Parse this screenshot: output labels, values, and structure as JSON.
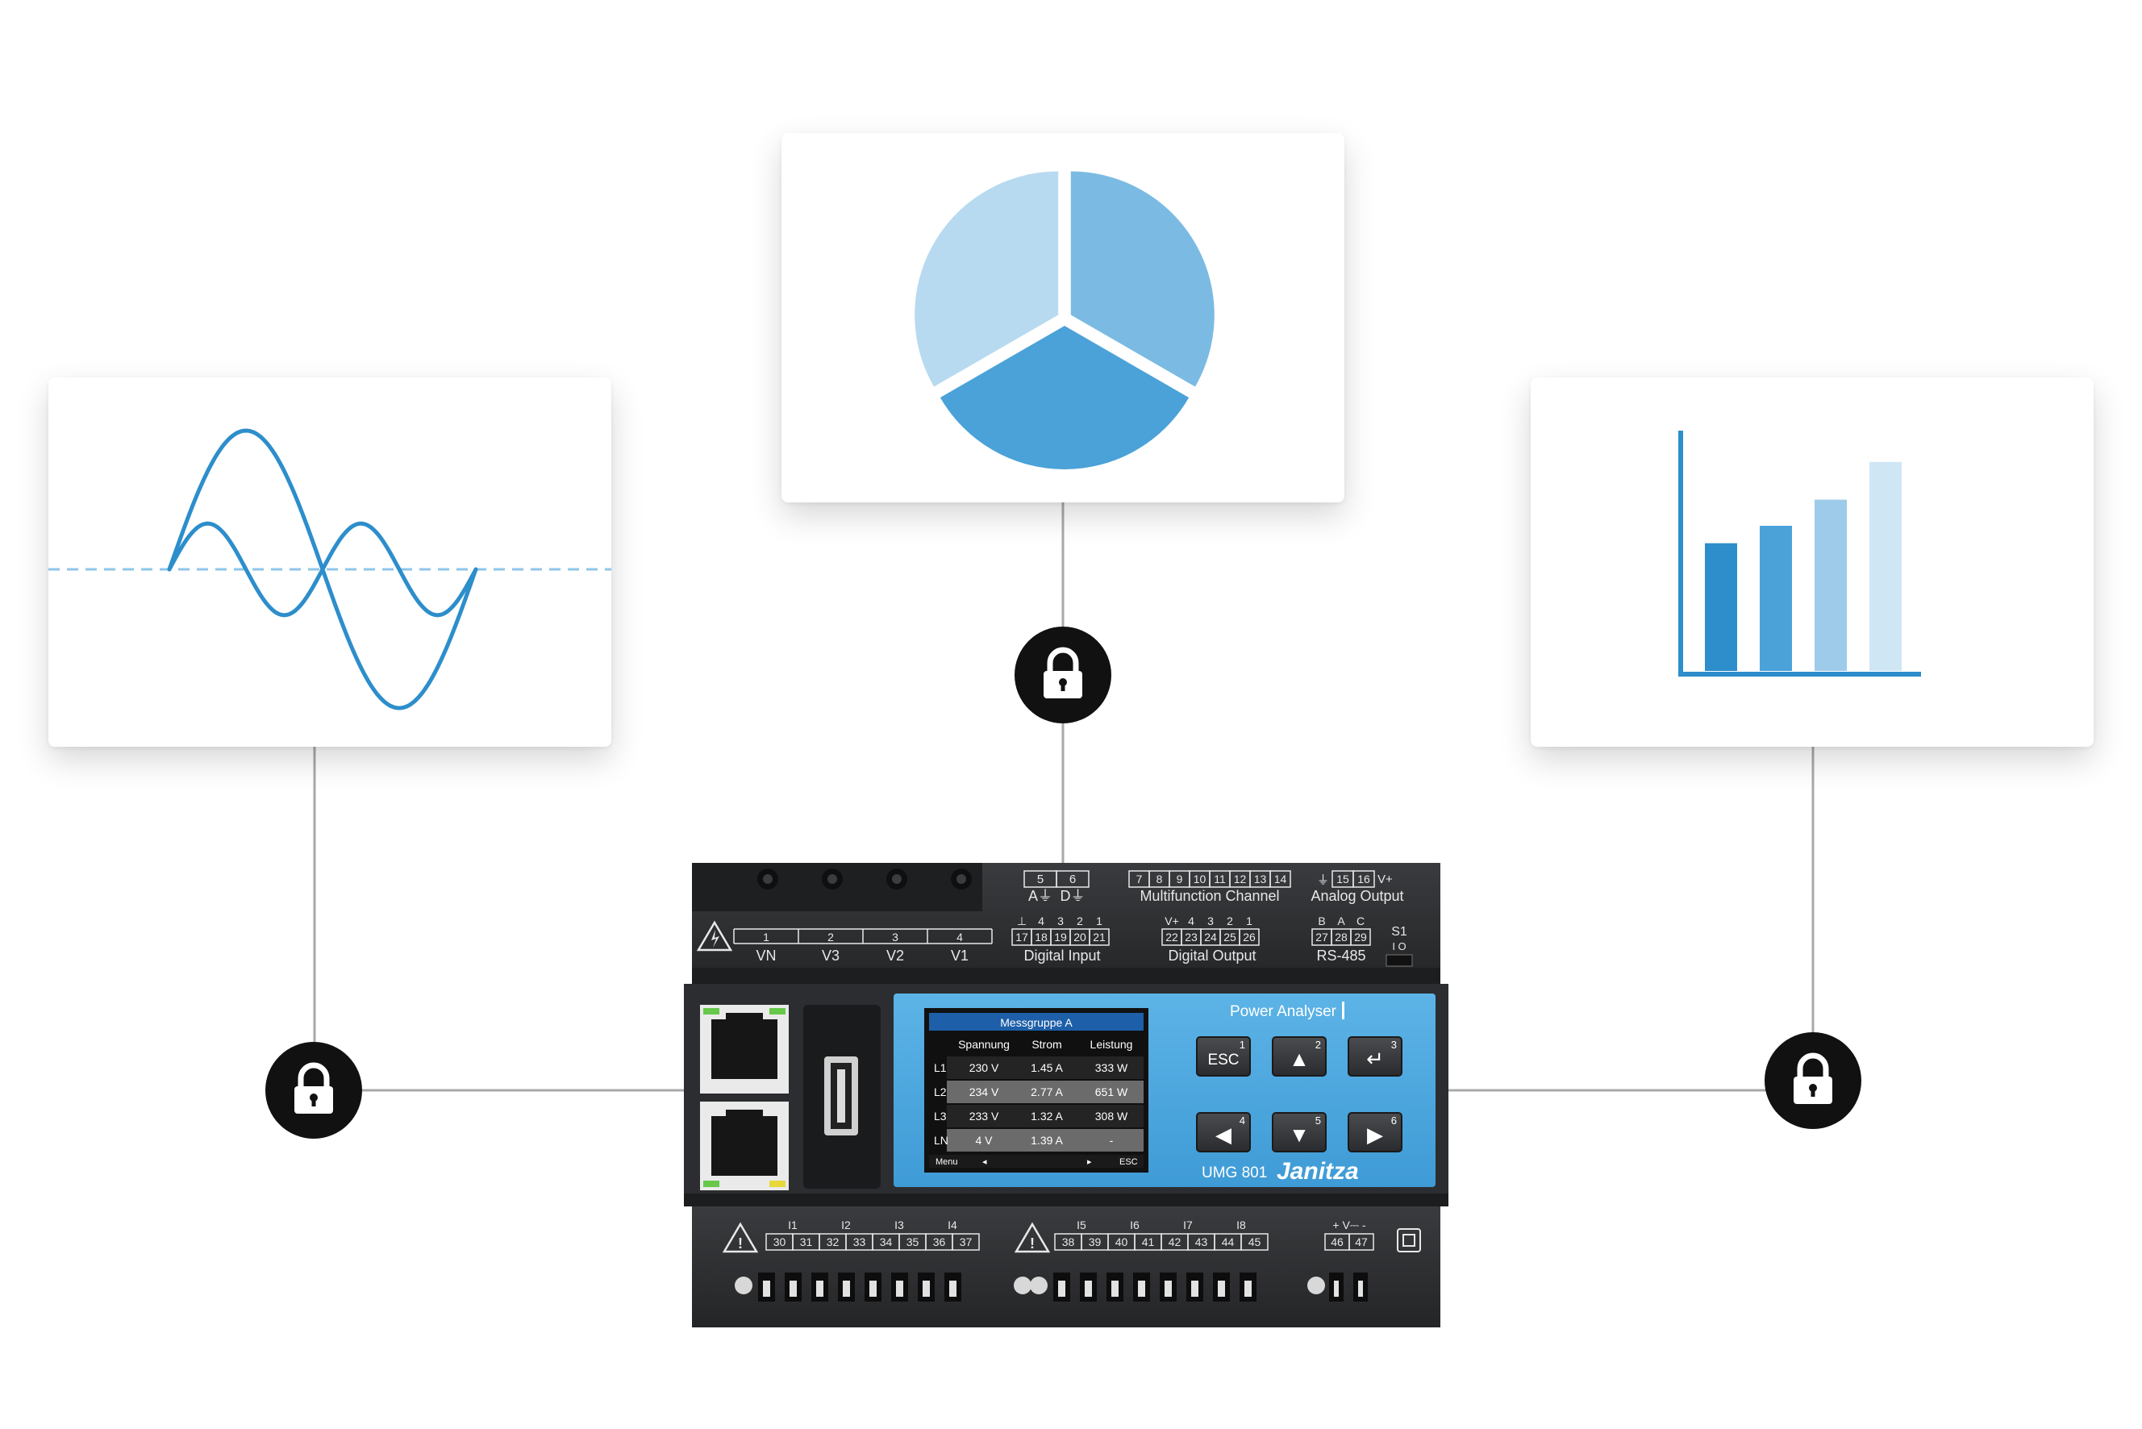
{
  "colors": {
    "blue_dark": "#2d8ecb",
    "blue_mid": "#4aa2d8",
    "blue_light": "#7bbbe3",
    "blue_pale": "#b7daf0",
    "blue_paler": "#cfe6f5",
    "device_body": "#2a2b2d",
    "panel_blue": "#4fa8e0",
    "lock": "#111111"
  },
  "icons": {
    "wave": "sine-wave-icon",
    "pie": "pie-chart-icon",
    "bar": "bar-chart-icon",
    "lock": "padlock-icon",
    "ethernet": "ethernet-port-icon",
    "usb": "usb-port-icon",
    "warning": "warning-triangle-icon"
  },
  "chart_data": [
    {
      "type": "line",
      "series": [
        {
          "x": [
            0,
            0.5,
            1,
            1.5,
            2
          ],
          "values": [
            0,
            1,
            0,
            -1,
            0
          ]
        },
        {
          "x": [
            0,
            0.25,
            0.5,
            0.75,
            1,
            1.25,
            1.5,
            1.75,
            2
          ],
          "values": [
            0,
            0.33,
            0,
            -0.33,
            0,
            0.33,
            0,
            -0.33,
            0
          ]
        }
      ],
      "ylim": [
        -1.1,
        1.1
      ],
      "baseline": "dashed"
    },
    {
      "type": "pie",
      "values": [
        1,
        1,
        1
      ],
      "colors": [
        "#b7daf0",
        "#7bbbe3",
        "#4aa2d8"
      ]
    },
    {
      "type": "bar",
      "values": [
        4.4,
        5.0,
        5.9,
        7.2
      ],
      "ylim": [
        0,
        8
      ],
      "colors": [
        "#2d8ecb",
        "#4aa2d8",
        "#9ecbea",
        "#cfe6f5"
      ]
    }
  ],
  "device": {
    "brand": "Janitza",
    "model": "UMG 801",
    "product_label": "Power Analyser",
    "screen": {
      "header": "Messgruppe A",
      "columns": [
        "",
        "Spannung",
        "Strom",
        "Leistung"
      ],
      "rows": [
        [
          "L1",
          "230 V",
          "1.45 A",
          "333 W"
        ],
        [
          "L2",
          "234 V",
          "2.77 A",
          "651 W"
        ],
        [
          "L3",
          "233 V",
          "1.32 A",
          "308 W"
        ],
        [
          "LN",
          "4 V",
          "1.39 A",
          "-"
        ]
      ],
      "footer_left": "Menu",
      "footer_prev": "◂",
      "footer_next": "▸",
      "footer_right": "ESC"
    },
    "keys": [
      {
        "label": "ESC",
        "num": "1",
        "glyph": ""
      },
      {
        "label": "",
        "num": "2",
        "glyph": "▲"
      },
      {
        "label": "",
        "num": "3",
        "glyph": "↵"
      },
      {
        "label": "",
        "num": "4",
        "glyph": "◀"
      },
      {
        "label": "",
        "num": "5",
        "glyph": "▼"
      },
      {
        "label": "",
        "num": "6",
        "glyph": "▶"
      }
    ],
    "top_terminals": {
      "ad_nums": [
        "5",
        "6"
      ],
      "ad_labels": [
        "A⏚",
        "D⏚"
      ],
      "multifunction_nums": [
        "7",
        "8",
        "9",
        "10",
        "11",
        "12",
        "13",
        "14"
      ],
      "multifunction_label": "Multifunction Channel",
      "analog_prefix": "⏚",
      "analog_nums": [
        "15",
        "16"
      ],
      "analog_suffix": "V+",
      "analog_label": "Analog Output",
      "voltage_nums": [
        "1",
        "2",
        "3",
        "4"
      ],
      "voltage_labels": [
        "VN",
        "V3",
        "V2",
        "V1"
      ],
      "di_header": [
        "⊥",
        "4",
        "3",
        "2",
        "1"
      ],
      "di_nums": [
        "17",
        "18",
        "19",
        "20",
        "21"
      ],
      "di_label": "Digital Input",
      "do_header": [
        "V+",
        "4",
        "3",
        "2",
        "1"
      ],
      "do_nums": [
        "22",
        "23",
        "24",
        "25",
        "26"
      ],
      "do_label": "Digital Output",
      "rs_header": [
        "B",
        "A",
        "C"
      ],
      "rs_nums": [
        "27",
        "28",
        "29"
      ],
      "rs_label": "RS-485",
      "s1_label": "S1",
      "s1_switch": "I O"
    },
    "bottom_terminals": {
      "group1_labels": [
        "I1",
        "I2",
        "I3",
        "I4"
      ],
      "group1_nums": [
        "30",
        "31",
        "32",
        "33",
        "34",
        "35",
        "36",
        "37"
      ],
      "group2_labels": [
        "I5",
        "I6",
        "I7",
        "I8"
      ],
      "group2_nums": [
        "38",
        "39",
        "40",
        "41",
        "42",
        "43",
        "44",
        "45"
      ],
      "power_label": "+ V⎓ -",
      "power_nums": [
        "46",
        "47"
      ]
    }
  }
}
